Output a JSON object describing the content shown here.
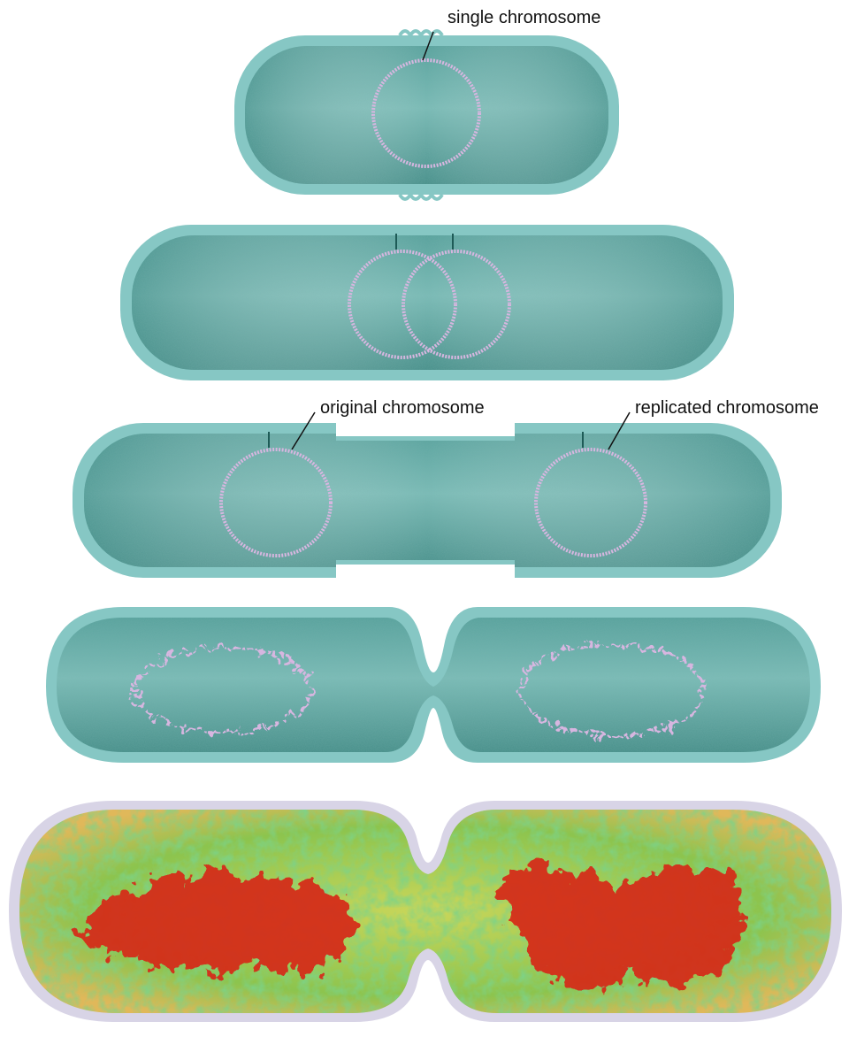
{
  "labels": {
    "single": "single chromosome",
    "original": "original  chromosome",
    "replicated": "replicated chromosome"
  },
  "colors": {
    "cell_wall": "#86c7c4",
    "cytoplasm": "#4e9893",
    "cytoplasm_light": "#76b7b2",
    "chromosome": "#d7b6e0",
    "micrograph_red": "#d6271a",
    "micrograph_green": "#58b446",
    "micrograph_yellow": "#e3cf5c"
  }
}
